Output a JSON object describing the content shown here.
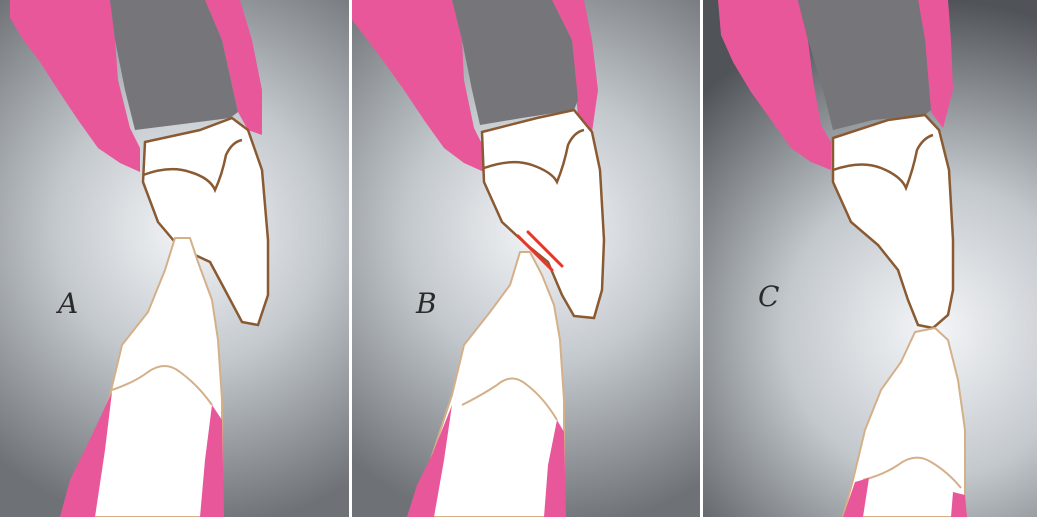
{
  "panels": [
    {
      "id": "a",
      "label": "A"
    },
    {
      "id": "b",
      "label": "B"
    },
    {
      "id": "c",
      "label": "C"
    }
  ],
  "colors": {
    "gingiva": "#e8579a",
    "gingiva_dark": "#c94a83",
    "crown": "#76767a",
    "enamel": "#ffffff",
    "outline_upper": "#8a5a32",
    "outline_lower": "#d4b08a",
    "contact_mark": "#e8342a",
    "background_light": "#f2f4f6",
    "background_dark": "#6d7176"
  }
}
